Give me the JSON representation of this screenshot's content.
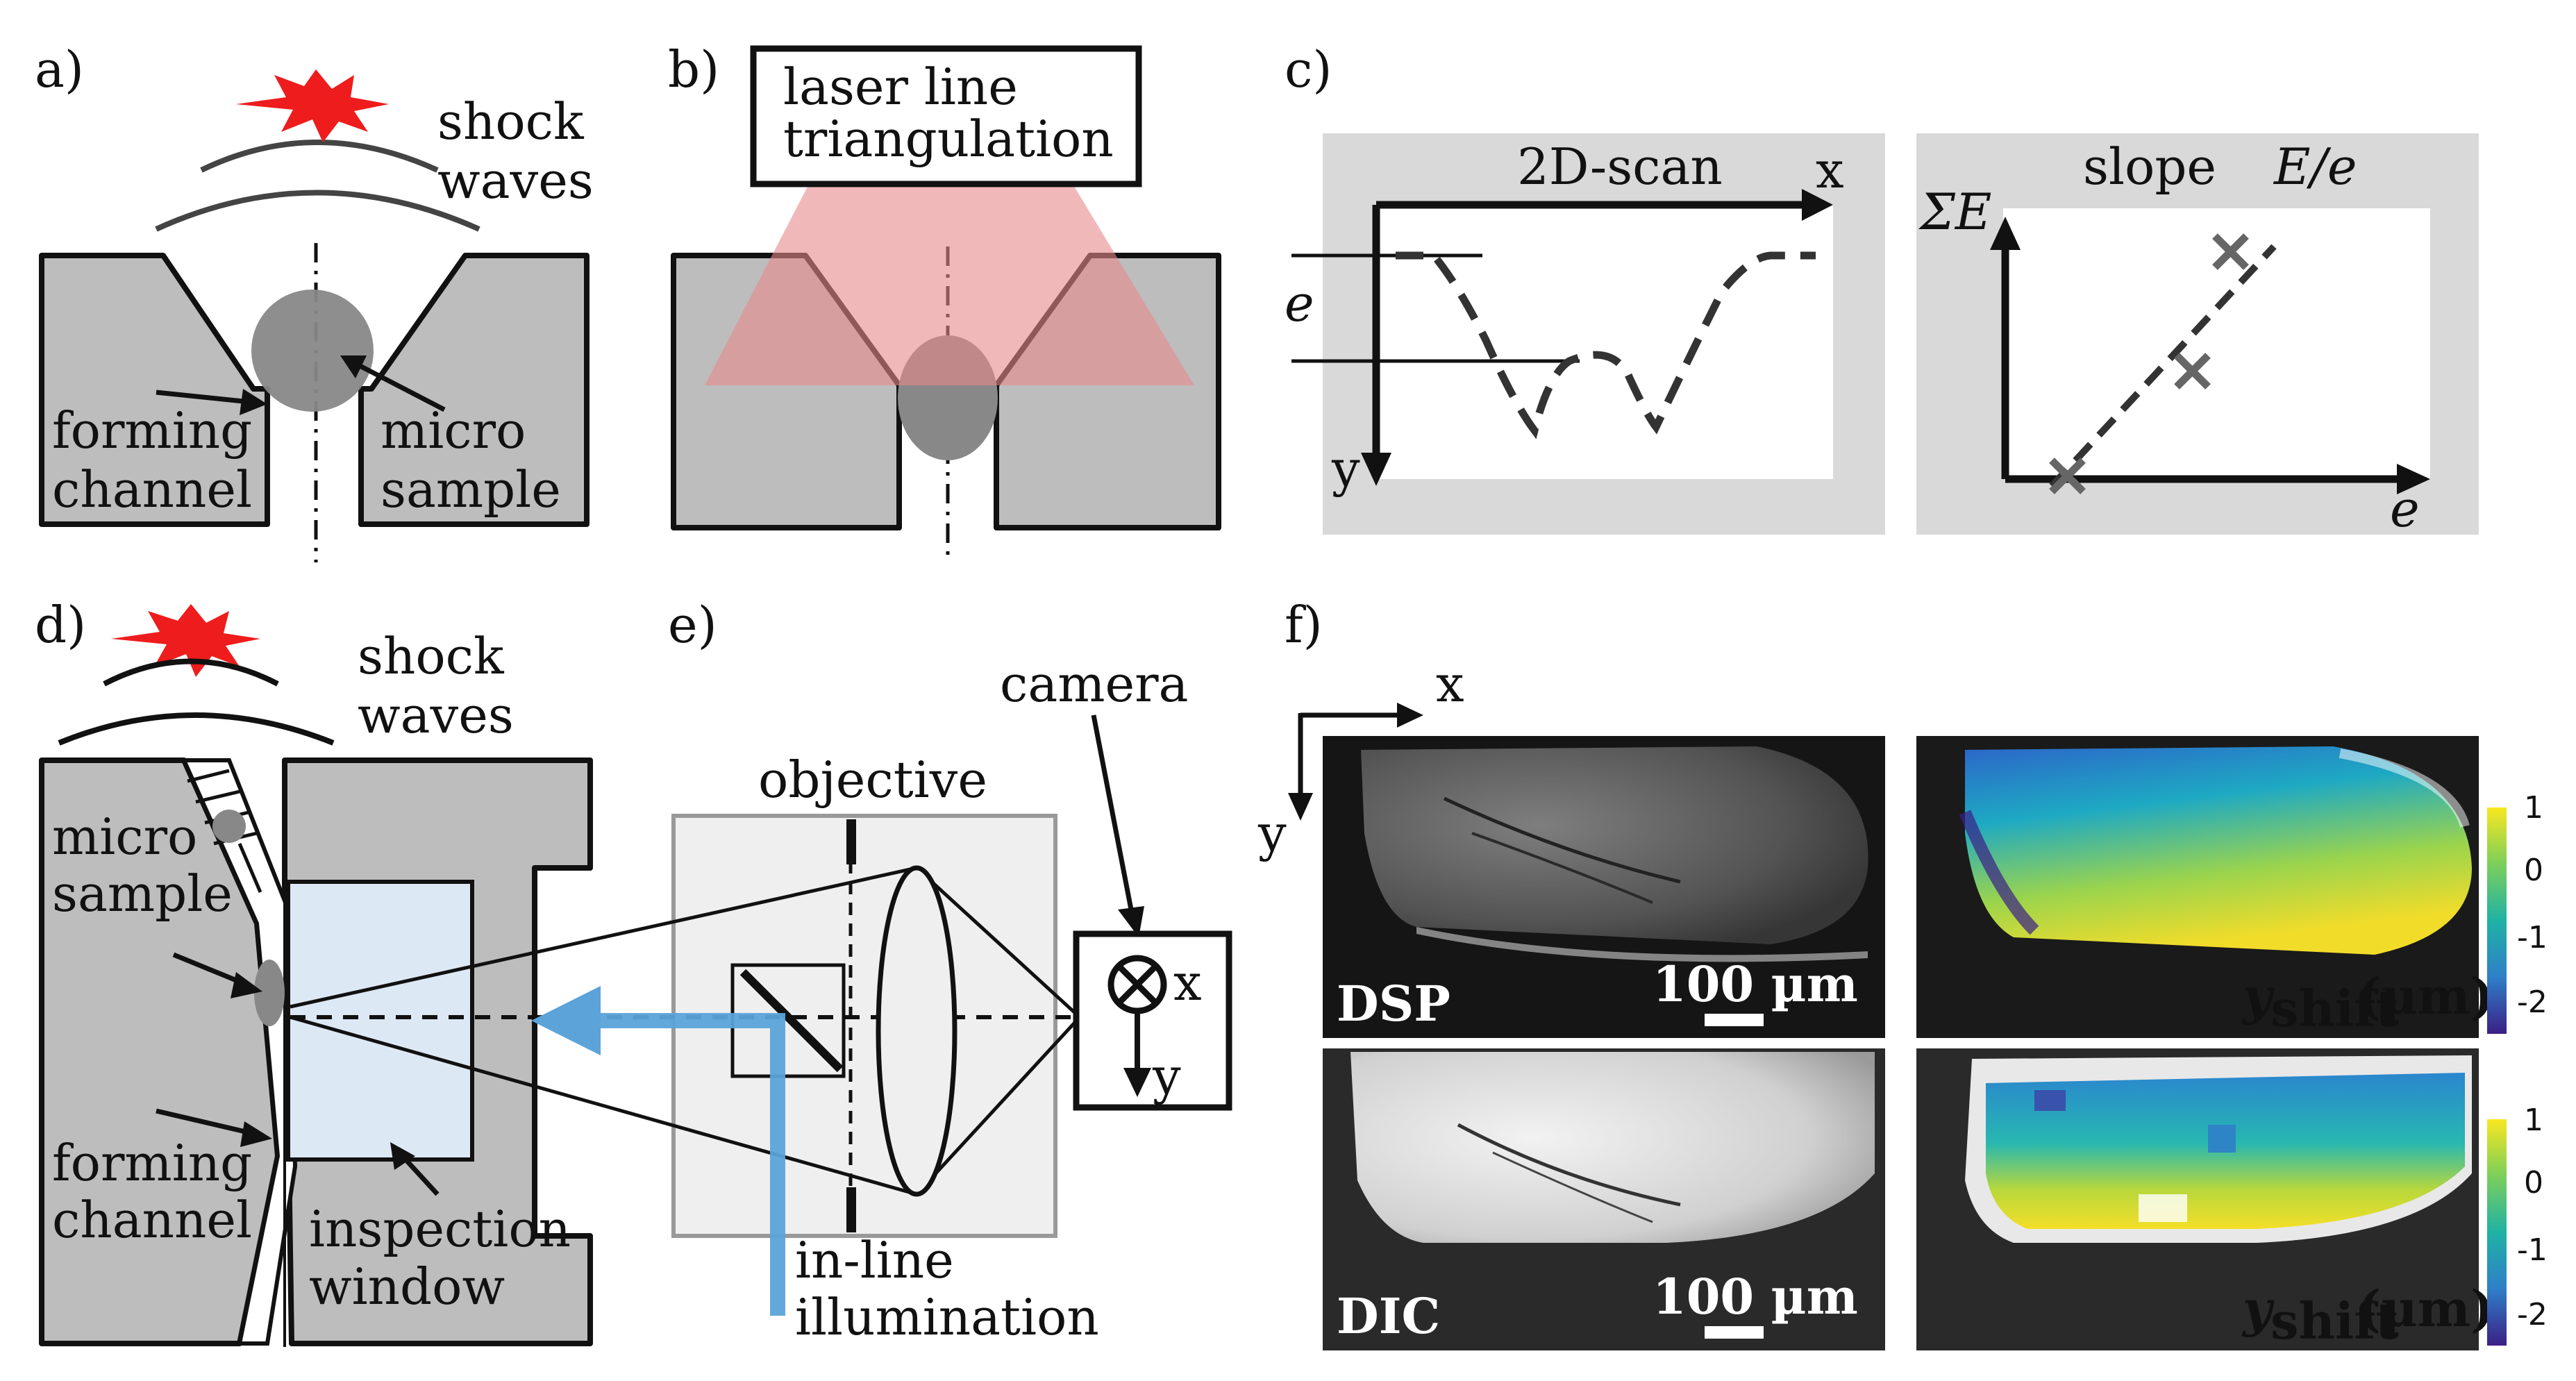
{
  "panels": {
    "a": {
      "letter": "a)",
      "shock_line1": "shock",
      "shock_line2": "waves",
      "forming_line1": "forming",
      "forming_line2": "channel",
      "micro_line1": "micro",
      "micro_line2": "sample"
    },
    "b": {
      "letter": "b)",
      "title_line1": "laser line",
      "title_line2": "triangulation"
    },
    "c": {
      "letter": "c)",
      "left_title": "2D-scan",
      "x_label": "x",
      "y_label": "y",
      "e_label": "e",
      "right_title_prefix": "slope ",
      "right_title_italic": "E/e",
      "sum_label": "ΣE",
      "e_axis_label": "e"
    },
    "d": {
      "letter": "d)",
      "shock_line1": "shock",
      "shock_line2": "waves",
      "micro_line1": "micro",
      "micro_line2": "sample",
      "forming_line1": "forming",
      "forming_line2": "channel",
      "window_line1": "inspection",
      "window_line2": "window"
    },
    "e": {
      "letter": "e)",
      "objective": "objective",
      "camera": "camera",
      "x_label": "x",
      "y_label": "y",
      "illum_line1": "in-line",
      "illum_line2": "illumination"
    },
    "f": {
      "letter": "f)",
      "x_label": "x",
      "y_label": "y",
      "dsp_label": "DSP",
      "dic_label": "DIC",
      "scale_label": "100 µm",
      "yshift_main": "y",
      "yshift_sub": "shift",
      "yshift_unit": "(µm)",
      "colorbar_ticks": [
        "1",
        "0",
        "-1",
        "-2"
      ]
    }
  },
  "colors": {
    "star": "#ee1c1c",
    "laser": "#e8898c",
    "illumination": "#5ba3d9",
    "window": "#dde8f5",
    "body_gray": "#bdbdbd",
    "panel_gray": "#d9d9d9"
  }
}
